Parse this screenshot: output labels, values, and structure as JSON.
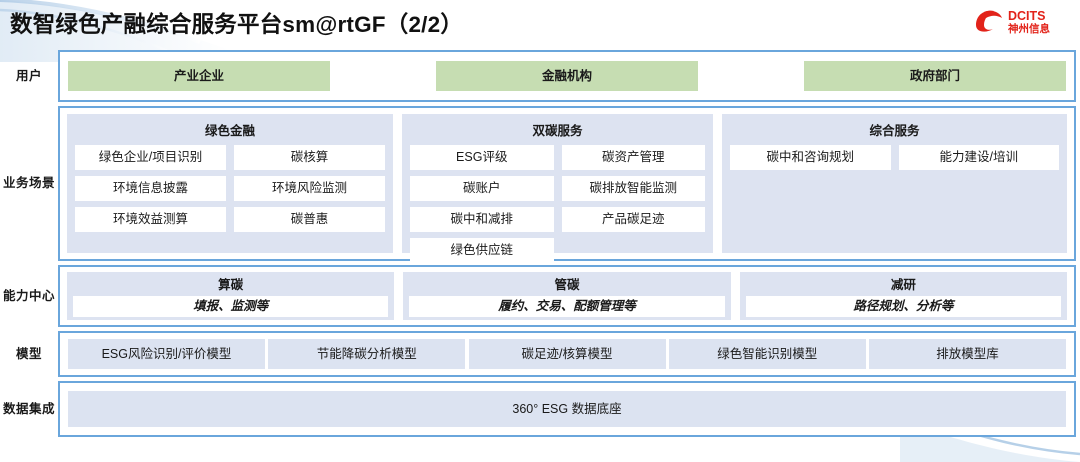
{
  "header": {
    "title": "数智绿色产融综合服务平台sm@rtGF（2/2）",
    "logo_text": "DCITS",
    "logo_sub": "神州信息",
    "logo_color": "#e2231a"
  },
  "colors": {
    "border_blue": "#6aa6dc",
    "panel_blue": "#dde3f1",
    "chip_blue": "#dce3f1",
    "chip_green": "#c6ddb2",
    "text": "#1a1a1a"
  },
  "rows": {
    "user": {
      "label": "用户",
      "items": [
        "产业企业",
        "金融机构",
        "政府部门"
      ]
    },
    "business": {
      "label": "业务场景",
      "panels": [
        {
          "title": "绿色金融",
          "items": [
            "绿色企业/项目识别",
            "碳核算",
            "环境信息披露",
            "环境风险监测",
            "环境效益测算",
            "碳普惠"
          ]
        },
        {
          "title": "双碳服务",
          "items": [
            "ESG评级",
            "碳资产管理",
            "碳账户",
            "碳排放智能监测",
            "碳中和减排",
            "产品碳足迹",
            "绿色供应链"
          ]
        },
        {
          "title": "综合服务",
          "items": [
            "碳中和咨询规划",
            "能力建设/培训"
          ]
        }
      ]
    },
    "capability": {
      "label": "能力中心",
      "panels": [
        {
          "title": "算碳",
          "sub": "填报、监测等"
        },
        {
          "title": "管碳",
          "sub": "履约、交易、配额管理等"
        },
        {
          "title": "减研",
          "sub": "路径规划、分析等"
        }
      ]
    },
    "model": {
      "label": "模型",
      "items": [
        "ESG风险识别/评价模型",
        "节能降碳分析模型",
        "碳足迹/核算模型",
        "绿色智能识别模型",
        "排放模型库"
      ]
    },
    "data": {
      "label": "数据集成",
      "bar": "360° ESG 数据底座"
    }
  }
}
